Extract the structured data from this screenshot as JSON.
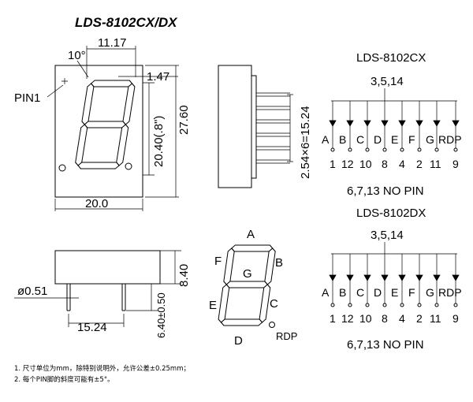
{
  "title": "LDS-8102CX/DX",
  "front_view": {
    "dim_top": "11.17",
    "angle": "10°",
    "dim_corner": "1.47",
    "pin_label": "PIN1",
    "dim_height": "20.40(.8\")",
    "dim_total_height": "27.60",
    "dim_width": "20.0"
  },
  "side_view": {
    "dim_pitch": "2.54×6=15.24"
  },
  "bottom_view": {
    "dim_height": "8.40",
    "dim_pin_diameter": "ø0.51",
    "dim_pin_length": "6.40±0.50",
    "dim_pin_span": "15.24"
  },
  "segment_diagram": {
    "labels": {
      "a": "A",
      "b": "B",
      "c": "C",
      "d": "D",
      "e": "E",
      "f": "F",
      "g": "G",
      "dp": "RDP"
    }
  },
  "circuits": [
    {
      "title": "LDS-8102CX",
      "common": "3,5,14",
      "segments": [
        "A",
        "B",
        "C",
        "D",
        "E",
        "F",
        "G",
        "RDP"
      ],
      "pins": [
        "1",
        "12",
        "10",
        "8",
        "4",
        "2",
        "11",
        "9"
      ],
      "nc": "6,7,13 NO PIN"
    },
    {
      "title": "LDS-8102DX",
      "common": "3,5,14",
      "segments": [
        "A",
        "B",
        "C",
        "D",
        "E",
        "F",
        "G",
        "RDP"
      ],
      "pins": [
        "1",
        "12",
        "10",
        "8",
        "4",
        "2",
        "11",
        "9"
      ],
      "nc": "6,7,13 NO PIN"
    }
  ],
  "notes": [
    "1. 尺寸单位为mm，除特别说明外，允许公差±0.25mm；",
    "2. 每个PIN脚的斜度可能有±5°。"
  ]
}
